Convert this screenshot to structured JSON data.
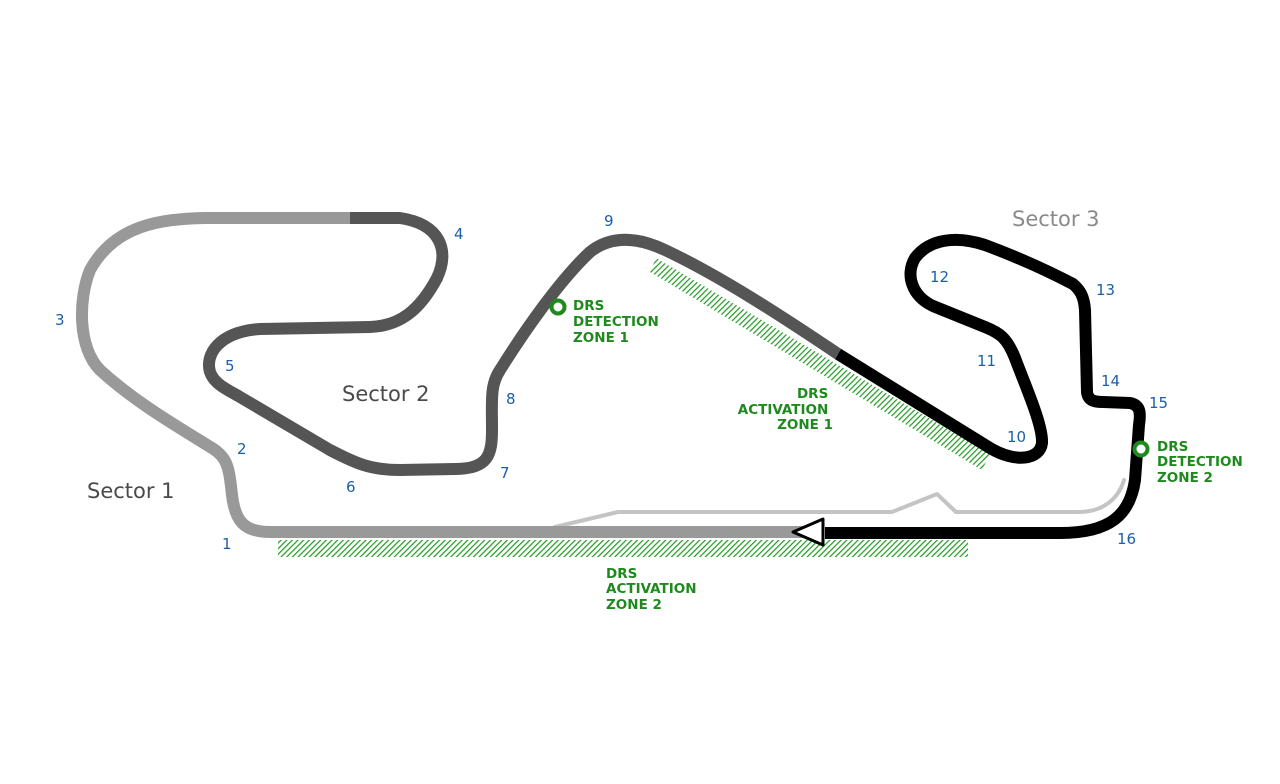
{
  "sectors": [
    {
      "label": "Sector 1",
      "color": "#999999",
      "text_color": "#4a4a4a"
    },
    {
      "label": "Sector 2",
      "color": "#555555",
      "text_color": "#4a4a4a"
    },
    {
      "label": "Sector 3",
      "color": "#000000",
      "text_color": "#8a8a8a"
    }
  ],
  "turns": [
    "1",
    "2",
    "3",
    "4",
    "5",
    "6",
    "7",
    "8",
    "9",
    "10",
    "11",
    "12",
    "13",
    "14",
    "15",
    "16"
  ],
  "drs": {
    "detection_1": [
      "DRS",
      "DETECTION",
      "ZONE 1"
    ],
    "detection_2": [
      "DRS",
      "DETECTION",
      "ZONE 2"
    ],
    "activation_1": [
      "DRS",
      "ACTIVATION",
      "ZONE 1"
    ],
    "activation_2": [
      "DRS",
      "ACTIVATION",
      "ZONE 2"
    ]
  },
  "colors": {
    "turn_number": "#1a5fa8",
    "drs_green": "#1e8a1e",
    "pit_lane": "#c4c4c4",
    "background": "#ffffff"
  }
}
